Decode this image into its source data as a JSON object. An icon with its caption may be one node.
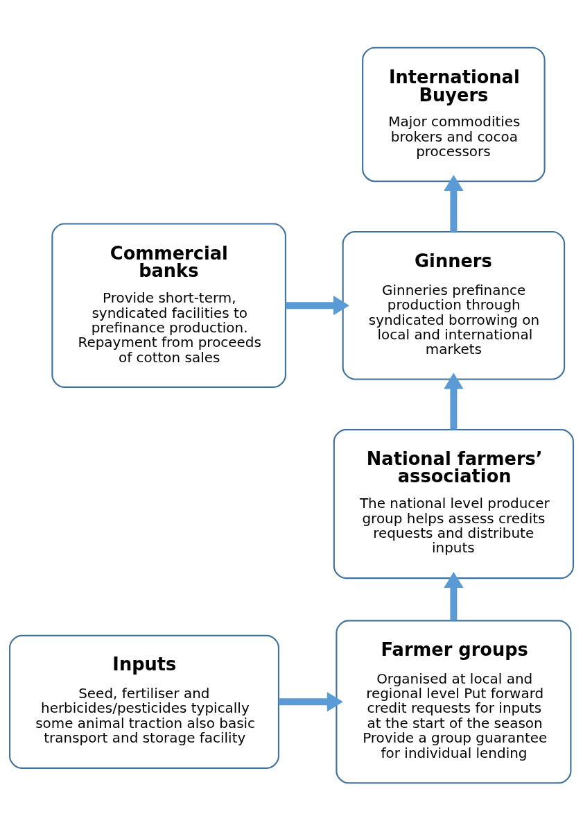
{
  "diagram": {
    "nodes": [
      {
        "text": [
          "International Buyers",
          "Major commodities brokers and cocoa processors"
        ]
      },
      {
        "text": [
          "Commercial banks",
          "Provide short-term, syndicated facilities to prefinance production. Repayment from proceeds of cotton sales"
        ]
      },
      {
        "text": [
          "Ginners",
          "Ginneries prefinance production through syndicated borrowing on local and international markets"
        ]
      },
      {
        "text": [
          "National farmers’ association",
          "The national level producer group helps assess credits requests and distribute inputs"
        ]
      },
      {
        "text": [
          "Inputs",
          "Seed, fertiliser and herbicides/pesticides typically some animal traction also basic transport and storage facility"
        ]
      },
      {
        "text": [
          "Farmer groups",
          "Organised at local and regional level Put forward credit requests for inputs at the start of the season Provide a group guarantee for individual lending"
        ]
      }
    ],
    "edges": [
      {
        "from": 2,
        "to": 0,
        "arrow": "to"
      },
      {
        "from": 1,
        "to": 2,
        "arrow": "to"
      },
      {
        "from": 3,
        "to": 2,
        "arrow": "to"
      },
      {
        "from": 5,
        "to": 3,
        "arrow": "to"
      },
      {
        "from": 4,
        "to": 5,
        "arrow": "to"
      }
    ]
  }
}
